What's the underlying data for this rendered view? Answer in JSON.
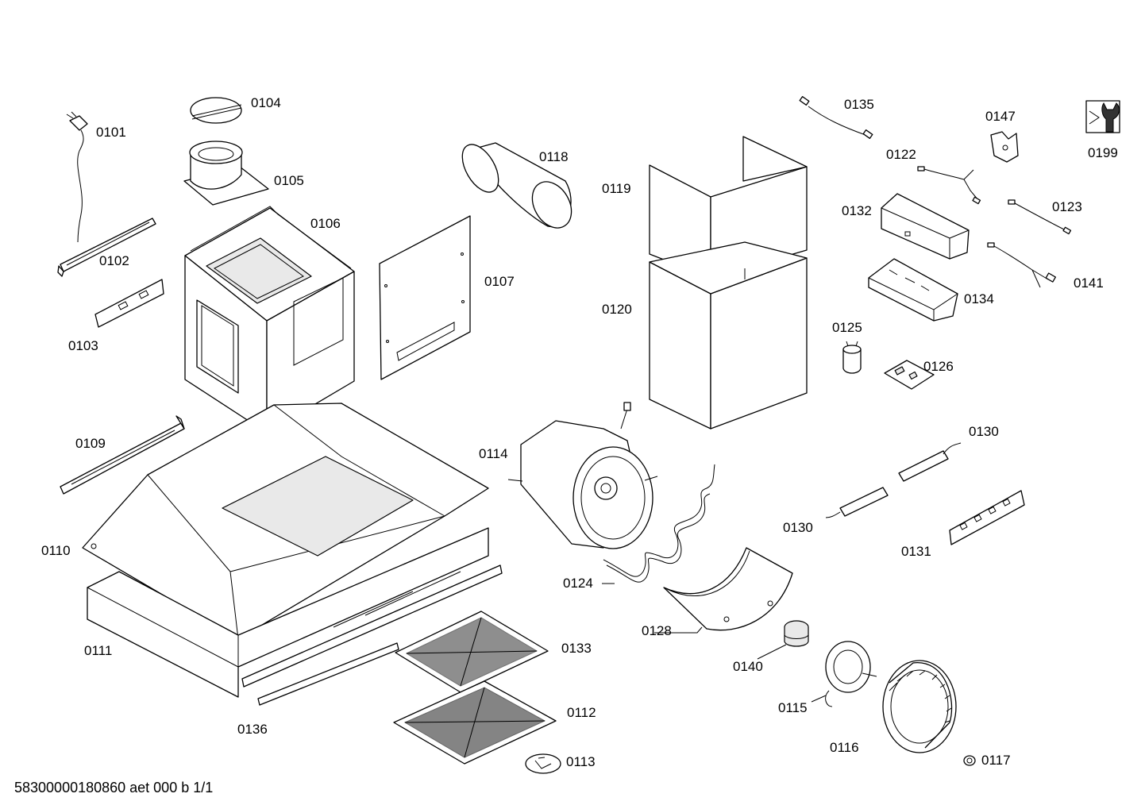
{
  "document_id": "58300000180860 aet 000 b 1/1",
  "parts": [
    {
      "id": "p0101",
      "label": "0101"
    },
    {
      "id": "p0102",
      "label": "0102"
    },
    {
      "id": "p0103",
      "label": "0103"
    },
    {
      "id": "p0104",
      "label": "0104"
    },
    {
      "id": "p0105",
      "label": "0105"
    },
    {
      "id": "p0106",
      "label": "0106"
    },
    {
      "id": "p0107",
      "label": "0107"
    },
    {
      "id": "p0109",
      "label": "0109"
    },
    {
      "id": "p0110",
      "label": "0110"
    },
    {
      "id": "p0111",
      "label": "0111"
    },
    {
      "id": "p0112",
      "label": "0112"
    },
    {
      "id": "p0113",
      "label": "0113"
    },
    {
      "id": "p0114",
      "label": "0114"
    },
    {
      "id": "p0115",
      "label": "0115"
    },
    {
      "id": "p0116",
      "label": "0116"
    },
    {
      "id": "p0117",
      "label": "0117"
    },
    {
      "id": "p0118",
      "label": "0118"
    },
    {
      "id": "p0119",
      "label": "0119"
    },
    {
      "id": "p0120",
      "label": "0120"
    },
    {
      "id": "p0122",
      "label": "0122"
    },
    {
      "id": "p0123",
      "label": "0123"
    },
    {
      "id": "p0124",
      "label": "0124"
    },
    {
      "id": "p0125",
      "label": "0125"
    },
    {
      "id": "p0126",
      "label": "0126"
    },
    {
      "id": "p0128",
      "label": "0128"
    },
    {
      "id": "p0130a",
      "label": "0130"
    },
    {
      "id": "p0130b",
      "label": "0130"
    },
    {
      "id": "p0131",
      "label": "0131"
    },
    {
      "id": "p0132",
      "label": "0132"
    },
    {
      "id": "p0133",
      "label": "0133"
    },
    {
      "id": "p0134",
      "label": "0134"
    },
    {
      "id": "p0135",
      "label": "0135"
    },
    {
      "id": "p0136",
      "label": "0136"
    },
    {
      "id": "p0140",
      "label": "0140"
    },
    {
      "id": "p0141",
      "label": "0141"
    },
    {
      "id": "p0147",
      "label": "0147"
    },
    {
      "id": "p0199",
      "label": "0199"
    }
  ]
}
